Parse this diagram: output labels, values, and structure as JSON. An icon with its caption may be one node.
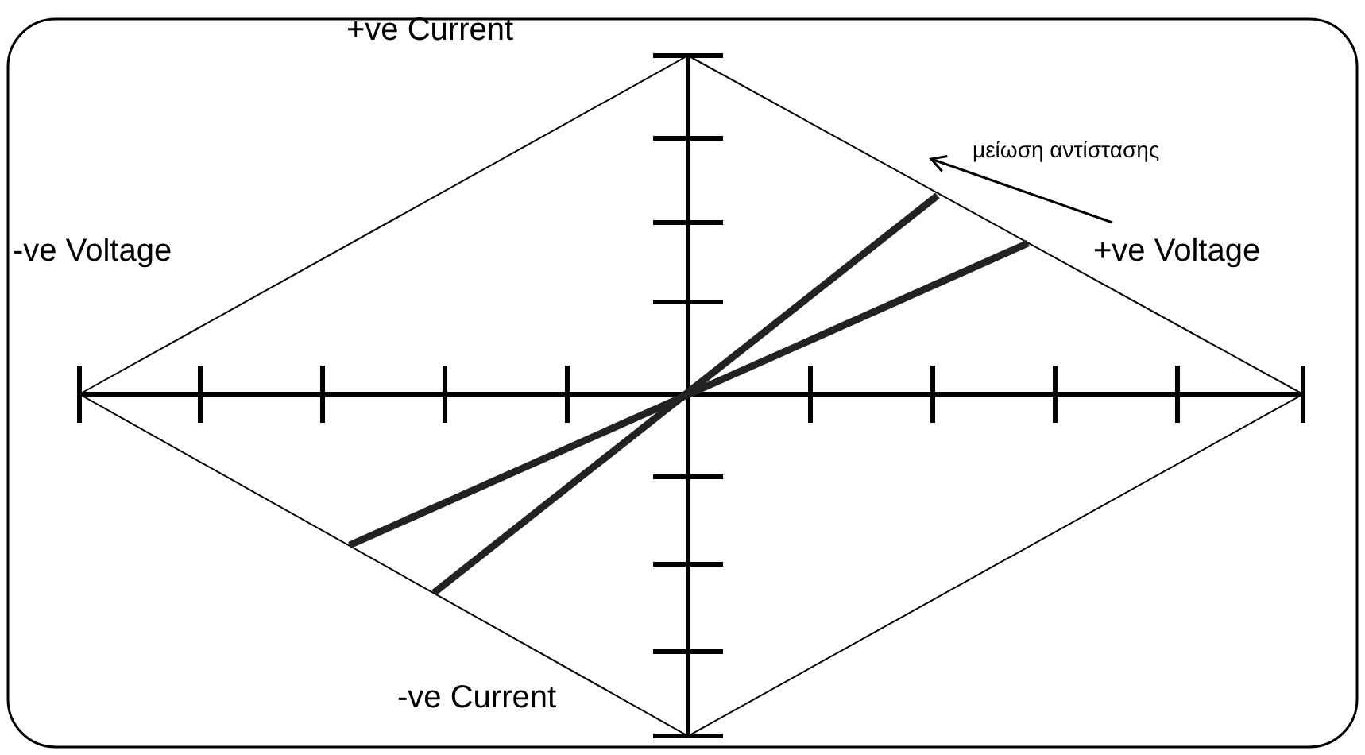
{
  "diagram": {
    "labels": [
      "+ve Current",
      "μείωση αντίστασης",
      "-ve Voltage",
      "+ve Voltage",
      "-ve Current"
    ]
  }
}
